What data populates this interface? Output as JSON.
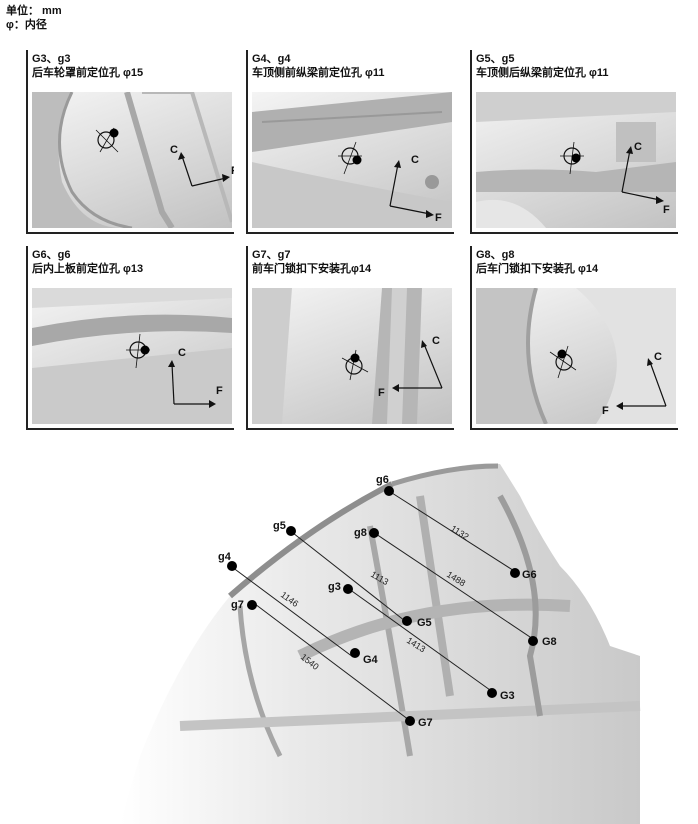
{
  "units": {
    "line1": "单位： mm",
    "line2": "φ：内径"
  },
  "panels": [
    {
      "id": "G3",
      "caption_line1": "G3、g3",
      "caption_line2": "后车轮罩前定位孔 φ15"
    },
    {
      "id": "G4",
      "caption_line1": "G4、g4",
      "caption_line2": "车顶侧前纵梁前定位孔 φ11"
    },
    {
      "id": "G5",
      "caption_line1": "G5、g5",
      "caption_line2": "车顶侧后纵梁前定位孔 φ11"
    },
    {
      "id": "G6",
      "caption_line1": "G6、g6",
      "caption_line2": "后内上板前定位孔 φ13"
    },
    {
      "id": "G7",
      "caption_line1": "G7、g7",
      "caption_line2": "前车门锁扣下安装孔φ14"
    },
    {
      "id": "G8",
      "caption_line1": "G8、g8",
      "caption_line2": "后车门锁扣下安装孔 φ14"
    }
  ],
  "axes": {
    "c": "C",
    "f": "F"
  },
  "diagram": {
    "points": {
      "g6": "g6",
      "g5": "g5",
      "g8": "g8",
      "g4": "g4",
      "g3": "g3",
      "g7": "g7",
      "G6": "G6",
      "G5": "G5",
      "G8": "G8",
      "G4": "G4",
      "G3": "G3",
      "G7": "G7"
    },
    "dimensions": {
      "g6_G6": "1132",
      "g5_G5": "1113",
      "g8_G8": "1488",
      "g4_G4": "1146",
      "g3_G3": "1413",
      "g7_G7": "1540"
    }
  }
}
